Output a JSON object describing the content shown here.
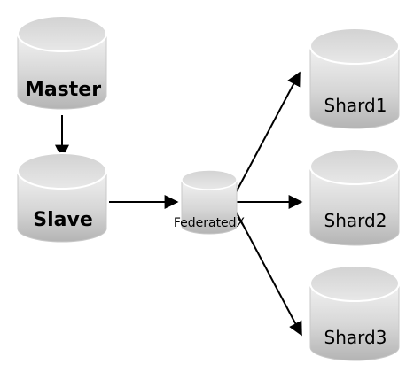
{
  "nodes": {
    "master": {
      "label": "Master"
    },
    "slave": {
      "label": "Slave"
    },
    "federatedx": {
      "label": "FederatedX"
    },
    "shard1": {
      "label": "Shard1"
    },
    "shard2": {
      "label": "Shard2"
    },
    "shard3": {
      "label": "Shard3"
    }
  },
  "colors": {
    "cylinder_top": "#e0e0e0",
    "cylinder_body_light": "#f4f4f4",
    "cylinder_body_dark": "#b8b8b8",
    "outline": "#c8c8c8",
    "arrow": "#000000",
    "text": "#000000"
  }
}
